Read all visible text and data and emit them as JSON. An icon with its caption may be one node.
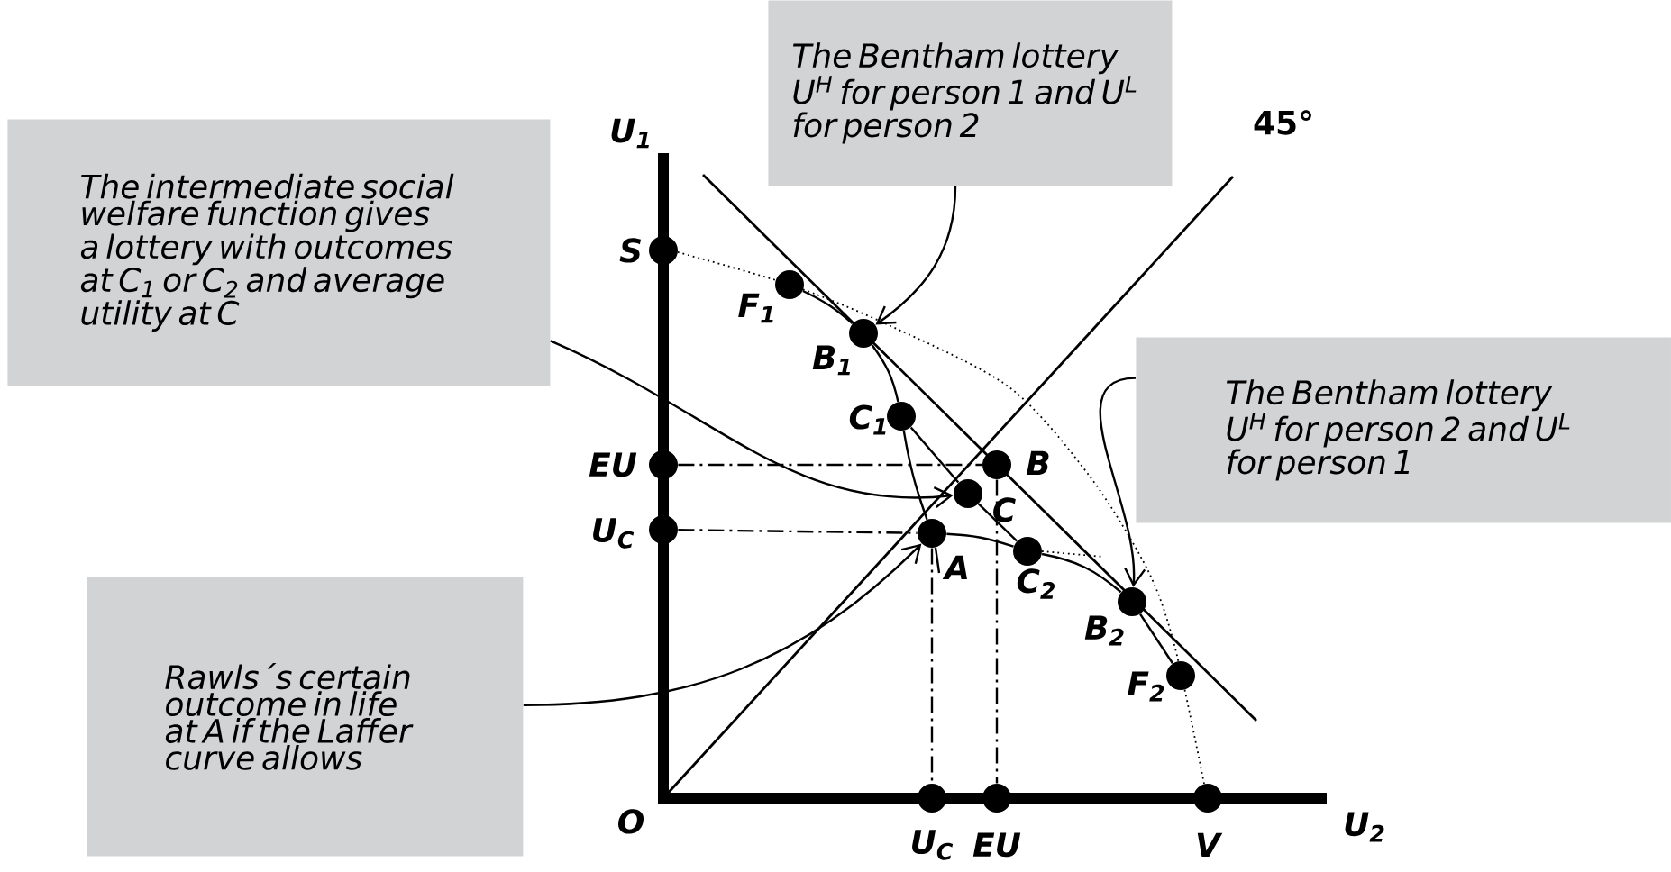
{
  "diagram": {
    "nodes": [
      {
        "text": [
          "The intermediate social welfare function gives a lottery with outcomes at C$_{1}$ or C$_{2}$ and average utility at C"
        ]
      },
      {
        "text": [
          "The Bentham lottery U$^{H}$ for person 1 and U$^{L}$ for person 2"
        ]
      },
      {
        "text": [
          "The Bentham lottery U$^{H}$ for person 2 and U$^{L}$ for person 1"
        ]
      },
      {
        "text": [
          "Rawls´s certain outcome in life at A if the Laffer curve allows"
        ]
      },
      {
        "text": [],
        "shape": "circle",
        "beside": [
          "S"
        ]
      },
      {
        "text": [],
        "shape": "circle",
        "beside": [
          "F$_{1}$"
        ]
      },
      {
        "text": [],
        "shape": "circle",
        "beside": [
          "B$_{1}$"
        ]
      },
      {
        "text": [],
        "shape": "circle",
        "beside": [
          "C$_{1}$"
        ]
      },
      {
        "text": [],
        "shape": "circle",
        "beside": [
          "EU"
        ]
      },
      {
        "text": [],
        "shape": "circle",
        "beside": [
          "B"
        ]
      },
      {
        "text": [],
        "shape": "circle",
        "beside": [
          "C"
        ]
      },
      {
        "text": [],
        "shape": "circle",
        "beside": [
          "U$_{C}$"
        ]
      },
      {
        "text": [],
        "shape": "circle",
        "beside": [
          "A"
        ]
      },
      {
        "text": [],
        "shape": "circle",
        "beside": [
          "C$_{2}$"
        ]
      },
      {
        "text": [],
        "shape": "circle",
        "beside": [
          "B$_{2}$"
        ]
      },
      {
        "text": [],
        "shape": "circle",
        "beside": [
          "F$_{2}$"
        ]
      },
      {
        "text": [],
        "shape": "circle",
        "beside": [
          "U$_{C}$"
        ]
      },
      {
        "text": [],
        "shape": "circle",
        "beside": [
          "EU"
        ]
      },
      {
        "text": [],
        "shape": "circle",
        "beside": [
          "V"
        ]
      }
    ],
    "edges": [
      {
        "from": 0,
        "to": 10,
        "arrow": "to"
      },
      {
        "from": 1,
        "to": 6,
        "arrow": "to"
      },
      {
        "from": 2,
        "to": 14,
        "arrow": "to"
      },
      {
        "from": 3,
        "to": 12,
        "arrow": "to"
      },
      {
        "from": 8,
        "to": 9,
        "arrow": "none",
        "style": "dashed"
      },
      {
        "from": 11,
        "to": 12,
        "arrow": "none",
        "style": "dashed"
      },
      {
        "from": 12,
        "to": 16,
        "arrow": "none",
        "style": "dashed"
      },
      {
        "from": 9,
        "to": 17,
        "arrow": "none",
        "style": "dashed"
      },
      {
        "from": 5,
        "to": 6,
        "arrow": "none"
      },
      {
        "from": 6,
        "to": 7,
        "arrow": "none"
      },
      {
        "from": 7,
        "to": 12,
        "arrow": "none"
      },
      {
        "from": 12,
        "to": 13,
        "arrow": "none"
      },
      {
        "from": 13,
        "to": 14,
        "arrow": "none"
      },
      {
        "from": 14,
        "to": 15,
        "arrow": "none"
      },
      {
        "from": 7,
        "to": 10,
        "arrow": "none"
      },
      {
        "from": 10,
        "to": 13,
        "arrow": "none"
      }
    ],
    "labels": [
      "45°",
      "U$_{1}$",
      "O",
      "U$_{2}$"
    ]
  }
}
